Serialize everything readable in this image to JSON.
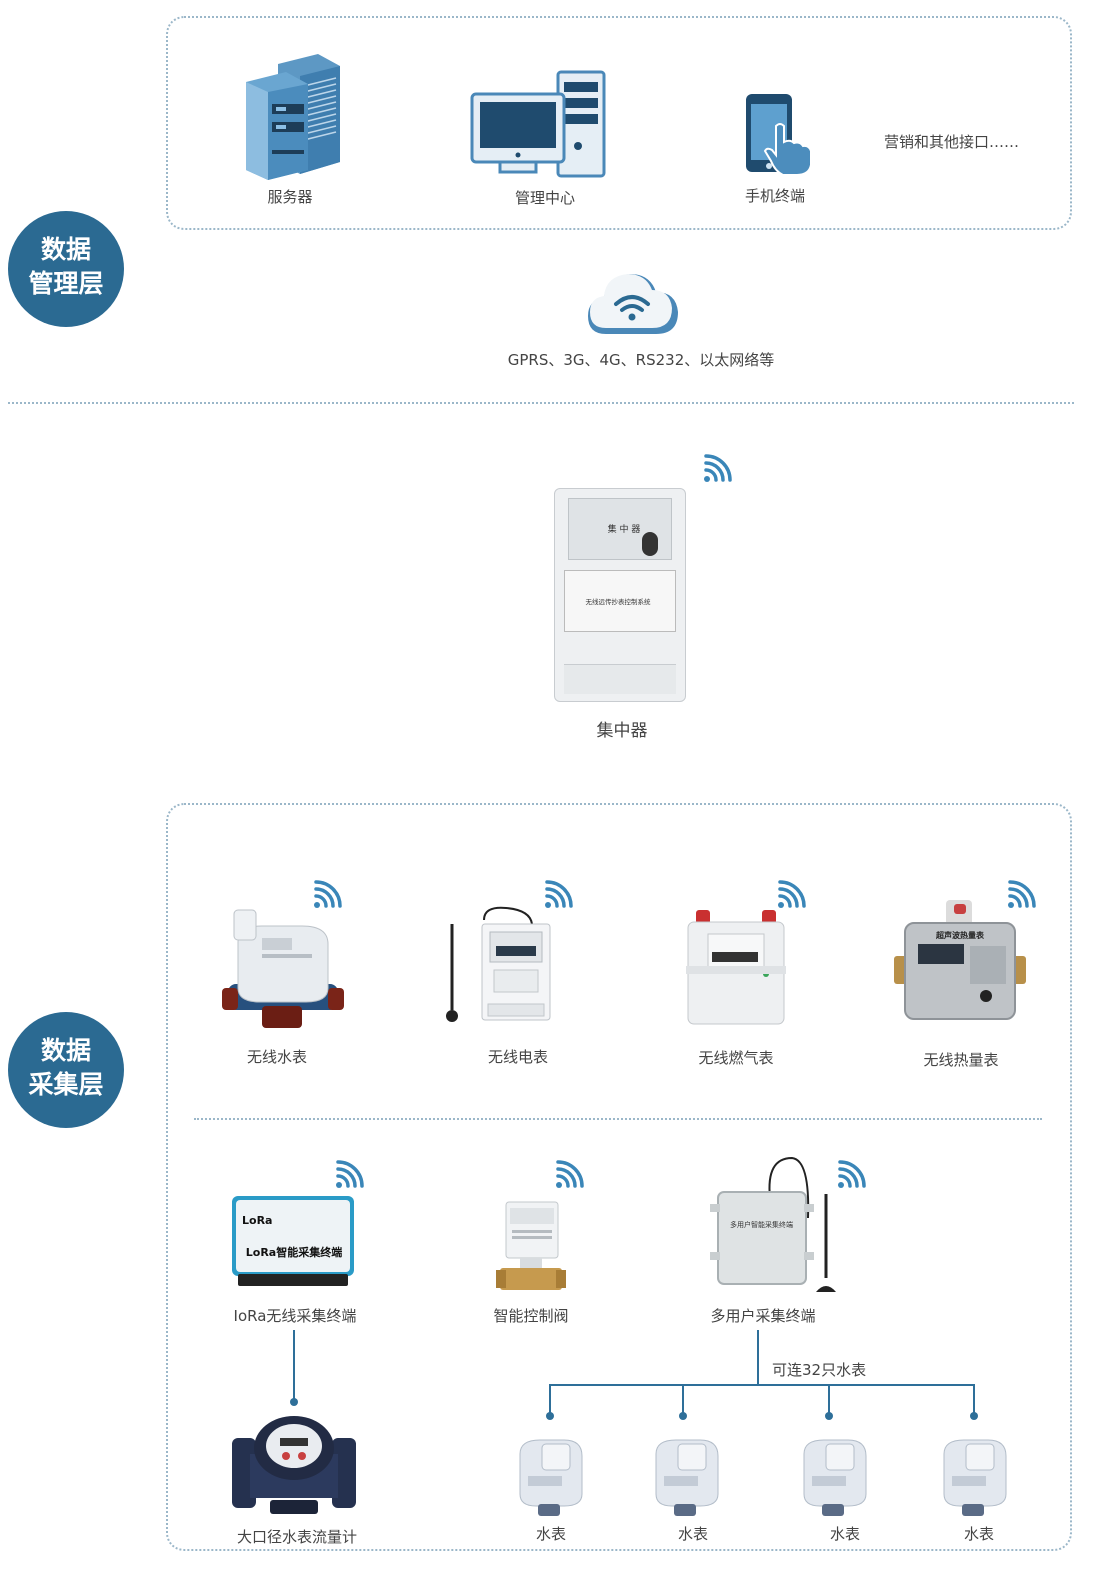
{
  "management_layer": {
    "title_line1": "数据",
    "title_line2": "管理层",
    "items": [
      {
        "label": "服务器",
        "icon": "server-icon"
      },
      {
        "label": "管理中心",
        "icon": "computer-icon"
      },
      {
        "label": "手机终端",
        "icon": "mobile-phone-icon"
      },
      {
        "label": "营销和其他接口……",
        "icon": ""
      }
    ],
    "network_label": "GPRS、3G、4G、RS232、以太网络等"
  },
  "concentrator": {
    "label": "集中器",
    "panel_title": "集 中 器",
    "panel_text": "无线远传抄表控制系统"
  },
  "collection_layer": {
    "title_line1": "数据",
    "title_line2": "采集层",
    "wireless_meters": [
      {
        "label": "无线水表"
      },
      {
        "label": "无线电表"
      },
      {
        "label": "无线燃气表"
      },
      {
        "label": "无线热量表",
        "panel_text": "超声波热量表"
      }
    ],
    "terminals": [
      {
        "label": "IoRa无线采集终端",
        "panel_logo": "LoRa",
        "panel_text": "LoRa智能采集终端"
      },
      {
        "label": "智能控制阀"
      },
      {
        "label": "多用户采集终端",
        "panel_text": "多用户智能采集终端"
      }
    ],
    "bulk_meter": {
      "label": "大口径水表流量计"
    },
    "branch_note": "可连32只水表",
    "water_meters": [
      {
        "label": "水表"
      },
      {
        "label": "水表"
      },
      {
        "label": "水表"
      },
      {
        "label": "水表"
      }
    ]
  },
  "colors": {
    "primary": "#2b6a92",
    "accent": "#3a86b8",
    "border": "#9bb7c9"
  }
}
